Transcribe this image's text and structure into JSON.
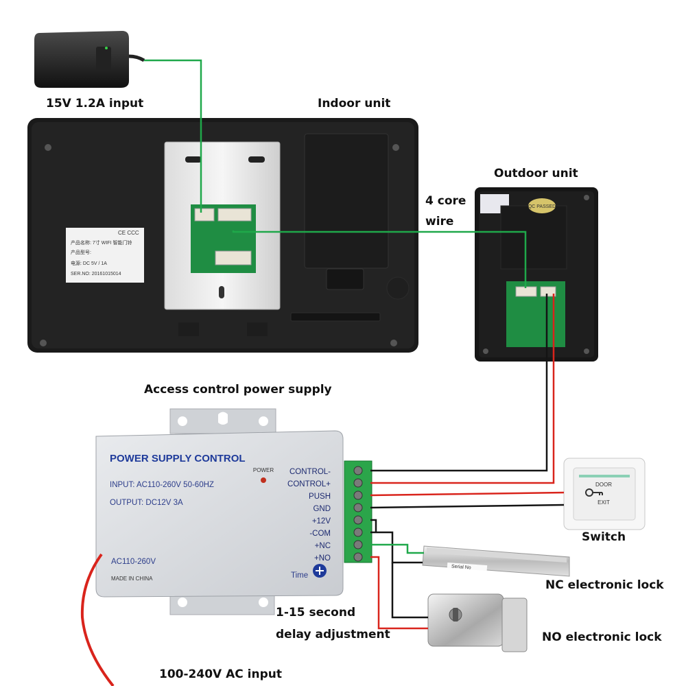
{
  "labels": {
    "adapter": "15V 1.2A input",
    "indoor_unit": "Indoor unit",
    "outdoor_unit": "Outdoor unit",
    "four_core_line1": "4 core",
    "four_core_line2": "wire",
    "access_power": "Access control power supply",
    "switch": "Switch",
    "nc_lock": "NC electronic lock",
    "no_lock": "NO electronic lock",
    "delay_line1": "1-15 second",
    "delay_line2": "delay adjustment",
    "ac_input": "100-240V AC input"
  },
  "power_supply": {
    "title": "POWER SUPPLY CONTROL",
    "input": "INPUT: AC110-260V 50-60HZ",
    "output": "OUTPUT: DC12V  3A",
    "power_led": "POWER",
    "ac_label": "AC110-260V",
    "made_in": "MADE IN CHINA",
    "time": "Time",
    "terminals": [
      "CONTROL-",
      "CONTROL+",
      "PUSH",
      "GND",
      "+12V",
      "-COM",
      "+NC",
      "+NO"
    ]
  },
  "indoor_label": {
    "line1": "产品名称: 7寸  WIFI 智能门铃",
    "line2": "产品型号:",
    "line3": "电源:       DC  5V / 1A",
    "line4": "SER.NO: 20161015014",
    "marks": "CE  CCC"
  },
  "outdoor_sticker": "QC PASSED",
  "exit_button": {
    "top": "DOOR",
    "bottom": "EXIT"
  },
  "maglock_plate": "Serial No",
  "wire_colors": {
    "green": "#1fa84a",
    "red": "#d9241c",
    "black": "#141414"
  }
}
